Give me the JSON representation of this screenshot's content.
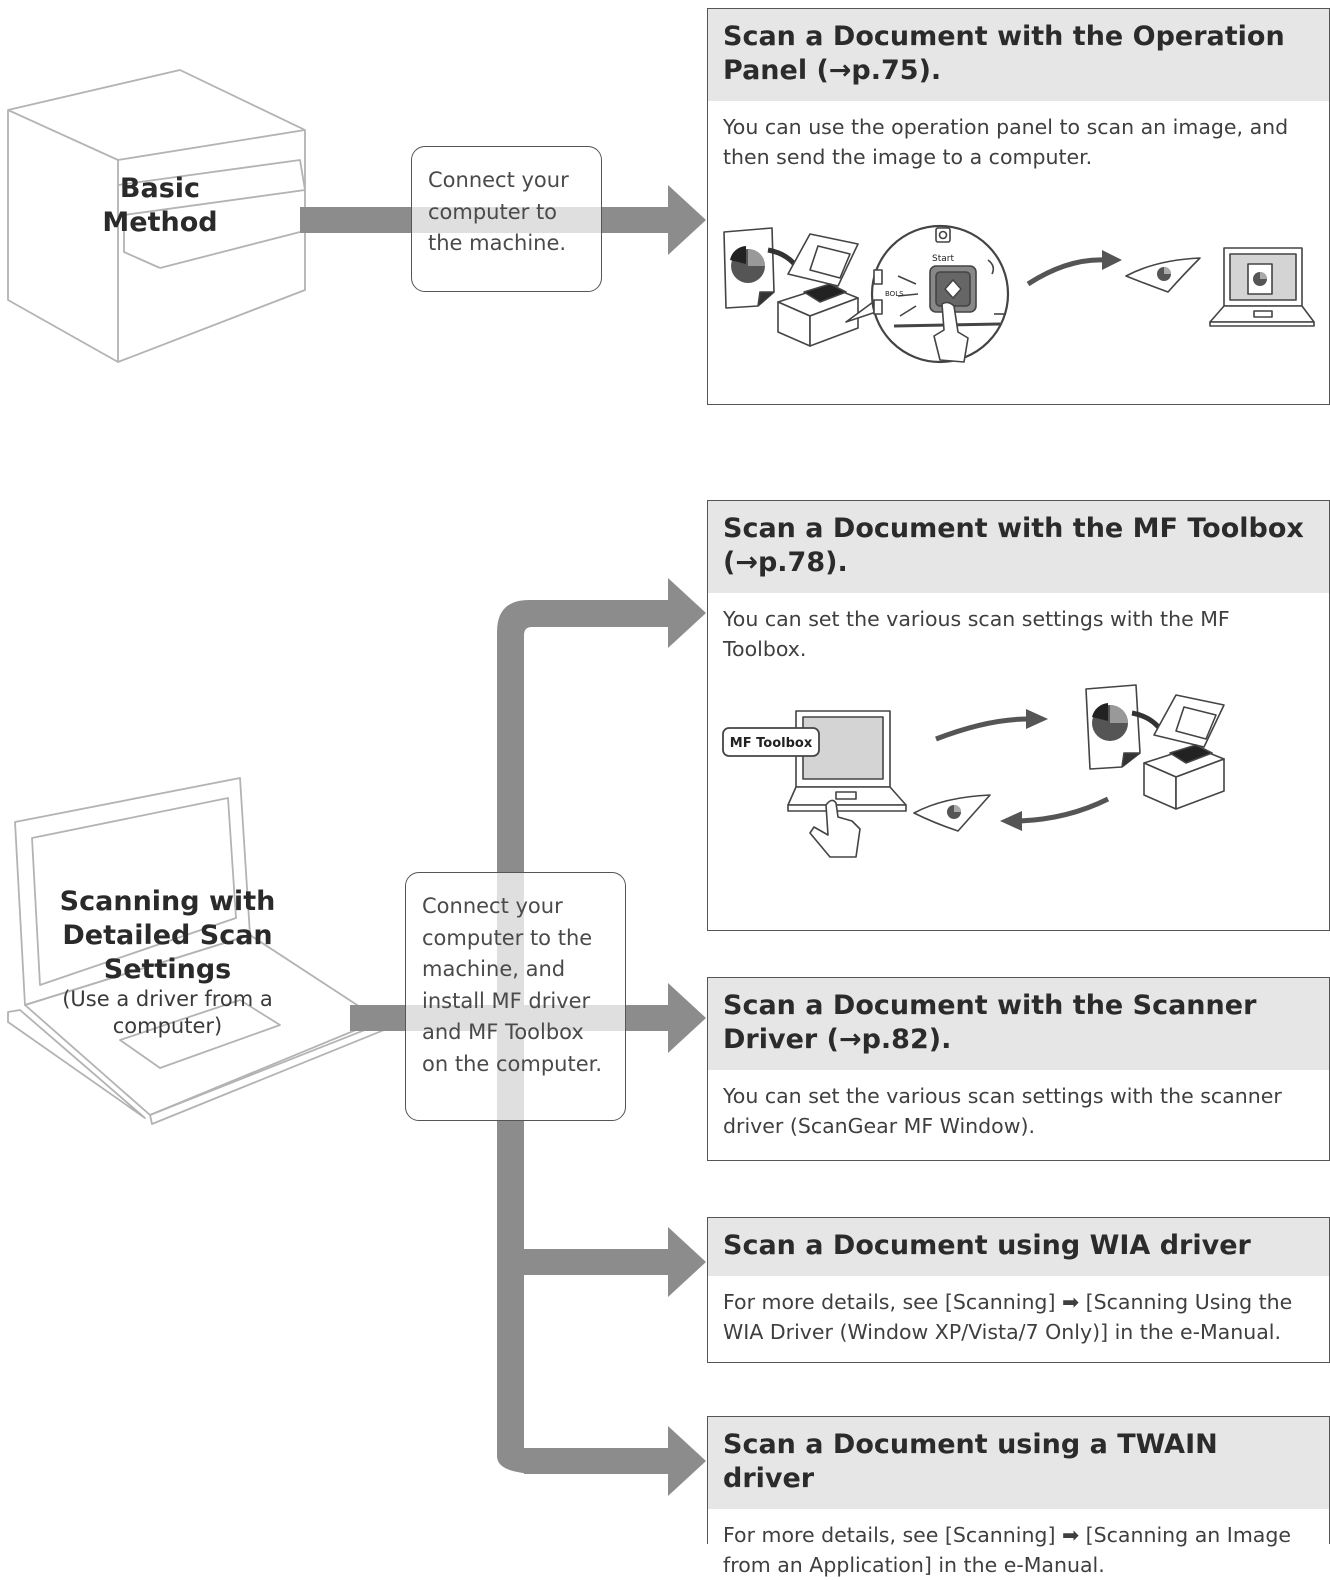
{
  "basic_method": {
    "label_line1": "Basic",
    "label_line2": "Method",
    "step_text": "Connect your computer to the machine."
  },
  "detailed_method": {
    "label_line1": "Scanning with",
    "label_line2": "Detailed Scan",
    "label_line3": "Settings",
    "sub_label": "(Use a driver from a computer)",
    "step_text": "Connect your computer to the machine, and install MF driver and MF Toolbox on the computer."
  },
  "cards": [
    {
      "title": "Scan a Document with the Operation Panel (→p.75).",
      "body": "You can use the operation panel to scan an image, and then send the image to a computer."
    },
    {
      "title": "Scan a Document with the MF Toolbox (→p.78).",
      "body": "You can set the various scan settings with the MF Toolbox.",
      "illustration_label": "MF Toolbox"
    },
    {
      "title": "Scan a Document with the Scanner Driver (→p.82).",
      "body": "You can set the various scan settings with the scanner driver (ScanGear MF Window)."
    },
    {
      "title": "Scan a Document using WIA driver",
      "body": "For more details, see [Scanning] ➡ [Scanning Using the WIA Driver (Window XP/Vista/7 Only)] in the e-Manual."
    },
    {
      "title": "Scan a Document using a TWAIN driver",
      "body": "For more details, see [Scanning] ➡ [Scanning an Image from an Application] in the e-Manual."
    }
  ],
  "panel_illustration": {
    "start_label": "Start",
    "tools_label": "BOLS"
  },
  "colors": {
    "arrow": "#8c8c8c",
    "card_header": "#e6e6e6",
    "outline": "#555555",
    "sketch": "#b3b3b3"
  }
}
